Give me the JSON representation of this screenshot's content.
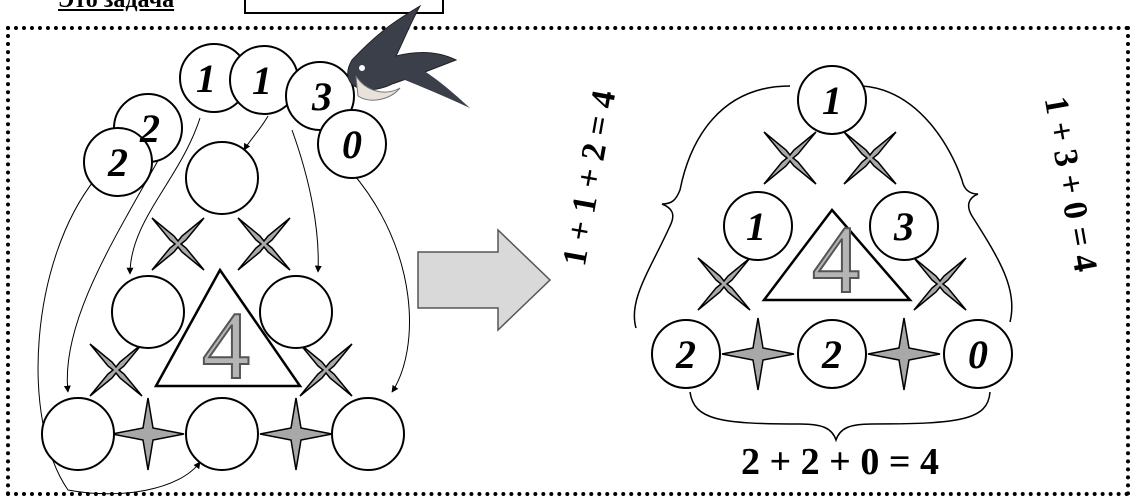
{
  "header": {
    "title": "Это задача"
  },
  "left_puzzle": {
    "center_number": "4",
    "input_digits": [
      "2",
      "2",
      "1",
      "1",
      "3",
      "0"
    ]
  },
  "arrow_label": "",
  "right_solution": {
    "center_number": "4",
    "top": "1",
    "left_mid": "1",
    "right_mid": "3",
    "bottom_left": "2",
    "bottom_mid": "2",
    "bottom_right": "0",
    "eq_left": "1 + 1 + 2 = 4",
    "eq_right": "1 + 3 + 0 = 4",
    "eq_bottom": "2 + 2 + 0 = 4"
  },
  "colors": {
    "cross_fill": "#a8a8a8",
    "arrow_fill": "#d9d9d9",
    "stroke": "#000000"
  }
}
